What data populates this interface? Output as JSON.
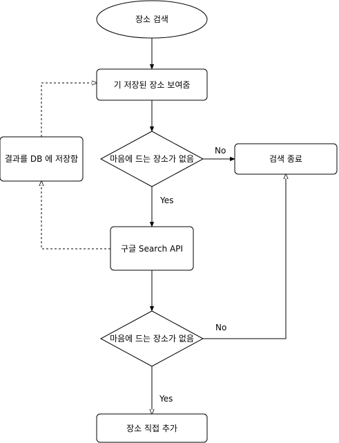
{
  "nodes": {
    "start": "장소 검색",
    "show_saved": "기 저장된 장소 보여줌",
    "decision1": "마음에 드는 장소가 없음",
    "end_search": "검색 종료",
    "save_db": "결과를 DB 에 저장함",
    "google_api": "구글 Search API",
    "decision2": "마음에 드는 장소가 없음",
    "add_place": "장소 직접 추가"
  },
  "edges": {
    "no1": "No",
    "yes1": "Yes",
    "no2": "No",
    "yes2": "Yes"
  }
}
